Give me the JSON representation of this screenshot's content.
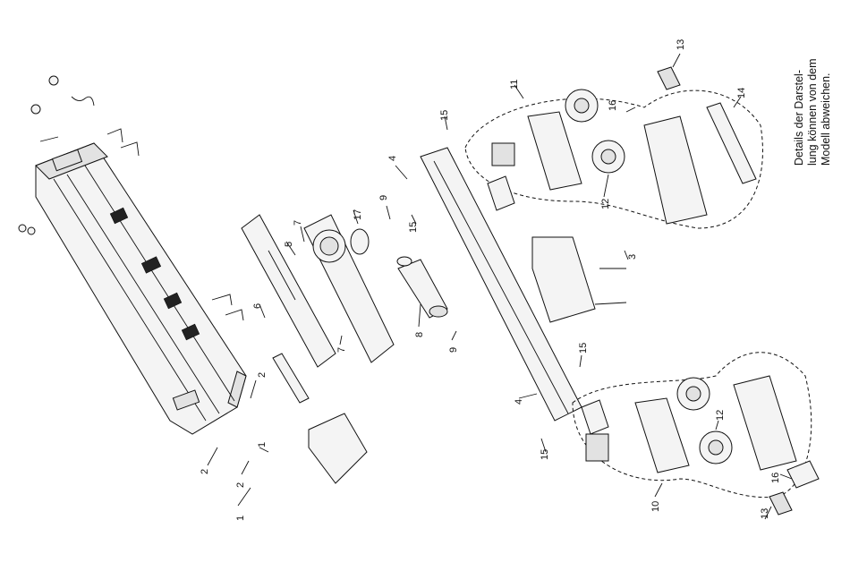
{
  "note": {
    "lines": [
      "Details der Darstel-",
      "lung können von dem",
      "Modell abweichen."
    ]
  },
  "labels": {
    "n1a": "1",
    "n1b": "1",
    "n2a": "2",
    "n2b": "2",
    "n2c": "2",
    "n3": "3",
    "n4a": "4",
    "n4b": "4",
    "n5": "5",
    "n6": "6",
    "n7a": "7",
    "n7b": "7",
    "n8": "8",
    "n9a": "9",
    "n9b": "9",
    "n10": "10",
    "n11": "11",
    "n12a": "12",
    "n12b": "12",
    "n13a": "13",
    "n13b": "13",
    "n14": "14",
    "n15a": "15",
    "n15b": "15",
    "n15c": "15",
    "n15d": "15",
    "n16a": "16",
    "n16b": "16",
    "n17": "17"
  }
}
